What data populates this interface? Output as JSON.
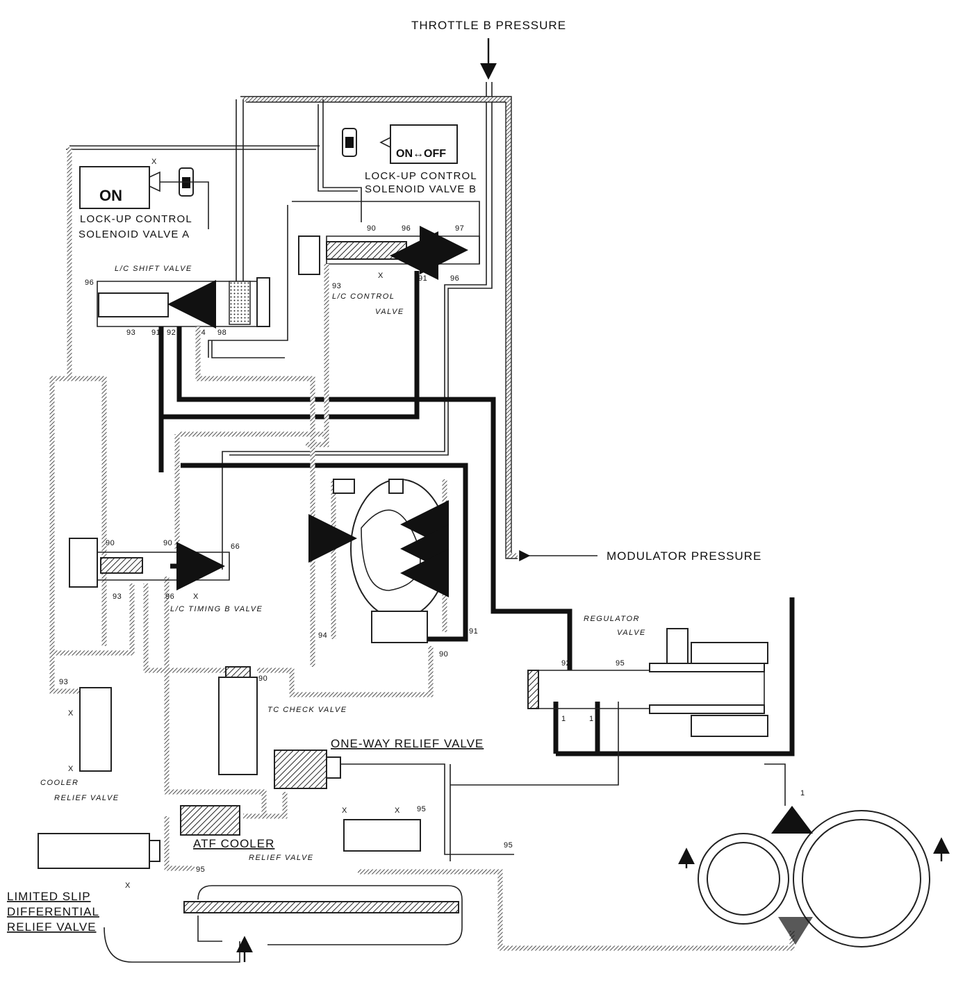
{
  "labels": {
    "throttle_b_pressure": "THROTTLE B PRESSURE",
    "modulator_pressure": "MODULATOR PRESSURE",
    "solenoid_a_state": "ON",
    "solenoid_a_name_1": "LOCK-UP CONTROL",
    "solenoid_a_name_2": "SOLENOID VALVE A",
    "solenoid_b_state": "ON↔OFF",
    "solenoid_b_name_1": "LOCK-UP CONTROL",
    "solenoid_b_name_2": "SOLENOID VALVE B",
    "lc_shift_valve": "L/C SHIFT VALVE",
    "lc_control_valve_1": "L/C CONTROL",
    "lc_control_valve_2": "VALVE",
    "lc_timing_b_valve": "L/C TIMING B VALVE",
    "tc_check_valve": "TC CHECK VALVE",
    "regulator_valve_1": "REGULATOR",
    "regulator_valve_2": "VALVE",
    "one_way_relief_valve": "ONE-WAY RELIEF VALVE",
    "atf_cooler": "ATF COOLER",
    "relief_valve": "RELIEF VALVE",
    "cooler_relief_valve_1": "COOLER",
    "cooler_relief_valve_2": "RELIEF VALVE",
    "lsd_relief_valve_1": "LIMITED SLIP",
    "lsd_relief_valve_2": "DIFFERENTIAL",
    "lsd_relief_valve_3": "RELIEF VALVE"
  },
  "ports": {
    "p96c": "96",
    "p93a": "93",
    "p91a": "91",
    "p92a": "92",
    "p94a": "94",
    "p98a": "98",
    "p90a": "90",
    "p96a": "96",
    "p97": "97",
    "x1": "X",
    "p93b": "93",
    "p91b": "91",
    "p96b": "96",
    "p90b": "90",
    "p90c": "90",
    "p66": "66",
    "p93c": "93",
    "p96d": "96",
    "x2": "X",
    "p94b": "94",
    "p91c": "91",
    "p90d": "90",
    "p92b": "92",
    "p95a": "95",
    "p93d": "93",
    "p90e": "90",
    "p1a": "1",
    "p1b": "1",
    "p1c": "1",
    "x3": "X",
    "x4": "X",
    "x5": "X",
    "x6": "X",
    "p95b": "95",
    "p95c": "95",
    "p95d": "95",
    "x7": "X",
    "x8": "X"
  },
  "icons": {
    "arrows": "flow-arrow-icon",
    "solenoid": "solenoid-coil-icon",
    "pump": "oil-pump-gear-icon",
    "torque_converter": "torque-converter-icon"
  }
}
